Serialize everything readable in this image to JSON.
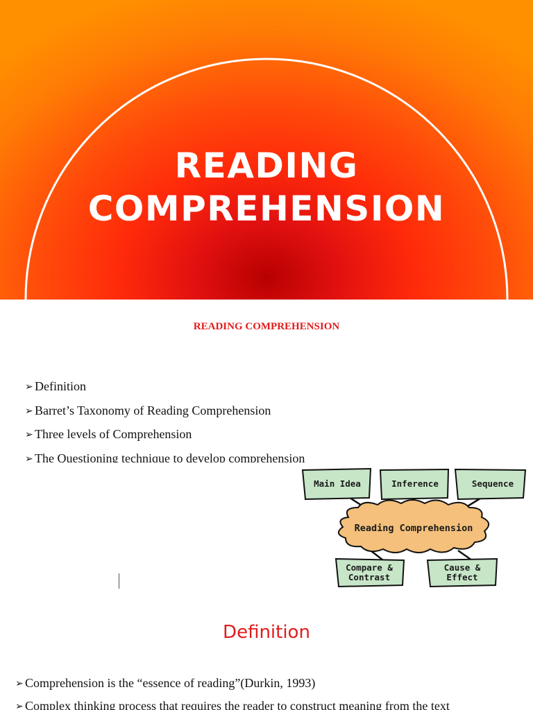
{
  "title_slide": {
    "line1": "READING",
    "line2": "COMPREHENSION",
    "colors": {
      "center": "#b80000",
      "edge": "#ff9000",
      "text": "#ffffff"
    }
  },
  "outline": {
    "heading": "READING COMPREHENSION",
    "bullet_glyph": "➢",
    "items": [
      "Definition",
      "Barret’s Taxonomy of Reading Comprehension",
      "Three levels of Comprehension",
      "The Questioning technique to develop comprehension"
    ]
  },
  "diagram": {
    "center": "Reading Comprehension",
    "top_boxes": [
      "Main Idea",
      "Inference",
      "Sequence"
    ],
    "bottom_boxes": [
      {
        "line1": "Compare &",
        "line2": "Contrast"
      },
      {
        "line1": "Cause &",
        "line2": "Effect"
      }
    ],
    "colors": {
      "box_fill": "#c7e6c8",
      "cloud_fill": "#f4c07c",
      "stroke": "#111111"
    }
  },
  "definition": {
    "heading": "Definition",
    "items": [
      "Comprehension is the “essence of reading”(Durkin, 1993)",
      "Complex thinking process that requires the reader to construct meaning from the text"
    ]
  },
  "accent_color": "#e01c1c"
}
